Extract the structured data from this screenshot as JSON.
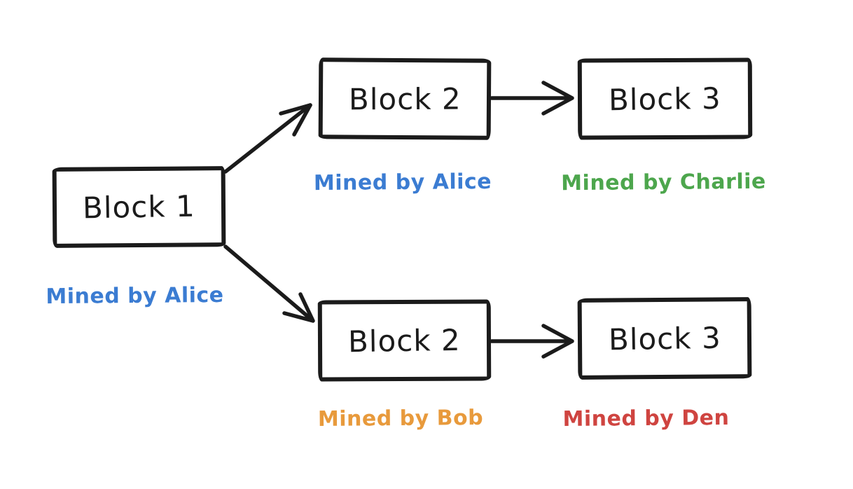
{
  "canvas": {
    "background": "#ffffff"
  },
  "colors": {
    "stroke": "#1b1b1b",
    "alice_blue": "#3b7cd2",
    "charlie_green": "#4da64d",
    "bob_orange": "#e89a3c",
    "den_red": "#cf4440"
  },
  "chain": {
    "genesis": {
      "label": "Block 1",
      "miner_label": "Mined by Alice"
    },
    "fork_top": [
      {
        "label": "Block 2",
        "miner_label": "Mined by Alice"
      },
      {
        "label": "Block 3",
        "miner_label": "Mined by Charlie"
      }
    ],
    "fork_bottom": [
      {
        "label": "Block 2",
        "miner_label": "Mined by Bob"
      },
      {
        "label": "Block 3",
        "miner_label": "Mined by Den"
      }
    ]
  }
}
